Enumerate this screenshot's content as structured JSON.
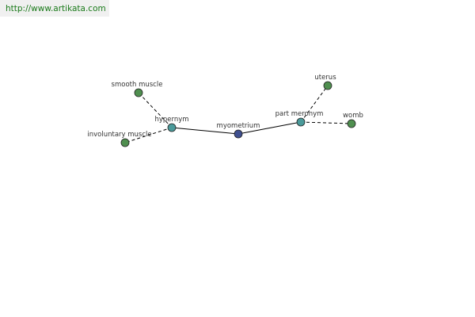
{
  "banner": {
    "url": "http://www.artikata.com"
  },
  "graph": {
    "colors": {
      "center": "#3f4f8f",
      "relation": "#4a9a9a",
      "term": "#4f8f4f",
      "edge": "#000000"
    },
    "nodes": [
      {
        "id": "myometrium",
        "label": "myometrium",
        "kind": "center"
      },
      {
        "id": "hypernym",
        "label": "hypernym",
        "kind": "relation"
      },
      {
        "id": "part-meronym",
        "label": "part meronym",
        "kind": "relation"
      },
      {
        "id": "smooth-muscle",
        "label": "smooth muscle",
        "kind": "term"
      },
      {
        "id": "involuntary-muscle",
        "label": "involuntary muscle",
        "kind": "term"
      },
      {
        "id": "uterus",
        "label": "uterus",
        "kind": "term"
      },
      {
        "id": "womb",
        "label": "womb",
        "kind": "term"
      }
    ],
    "edges": [
      {
        "from": "myometrium",
        "to": "hypernym",
        "style": "solid"
      },
      {
        "from": "myometrium",
        "to": "part-meronym",
        "style": "solid"
      },
      {
        "from": "hypernym",
        "to": "smooth-muscle",
        "style": "dashed"
      },
      {
        "from": "hypernym",
        "to": "involuntary-muscle",
        "style": "dashed"
      },
      {
        "from": "part-meronym",
        "to": "uterus",
        "style": "dashed"
      },
      {
        "from": "part-meronym",
        "to": "womb",
        "style": "dashed"
      }
    ]
  }
}
